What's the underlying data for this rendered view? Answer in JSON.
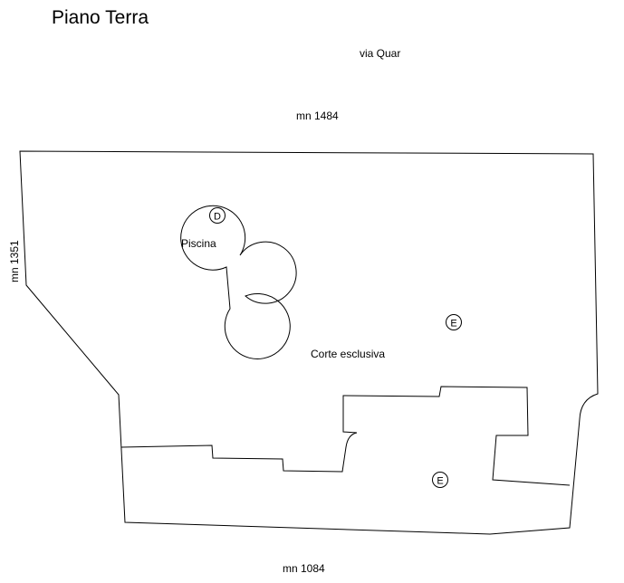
{
  "title": "Piano Terra",
  "street": "via Quar",
  "neighbors": {
    "north": "mn 1484",
    "west": "mn 1351",
    "south": "mn 1084"
  },
  "areas": {
    "pool": "Piscina",
    "courtyard": "Corte esclusiva"
  },
  "markers": {
    "pool_marker": "D",
    "courtyard_marker": "E",
    "lower_marker": "E"
  },
  "colors": {
    "line": "#000000",
    "background": "#ffffff"
  }
}
